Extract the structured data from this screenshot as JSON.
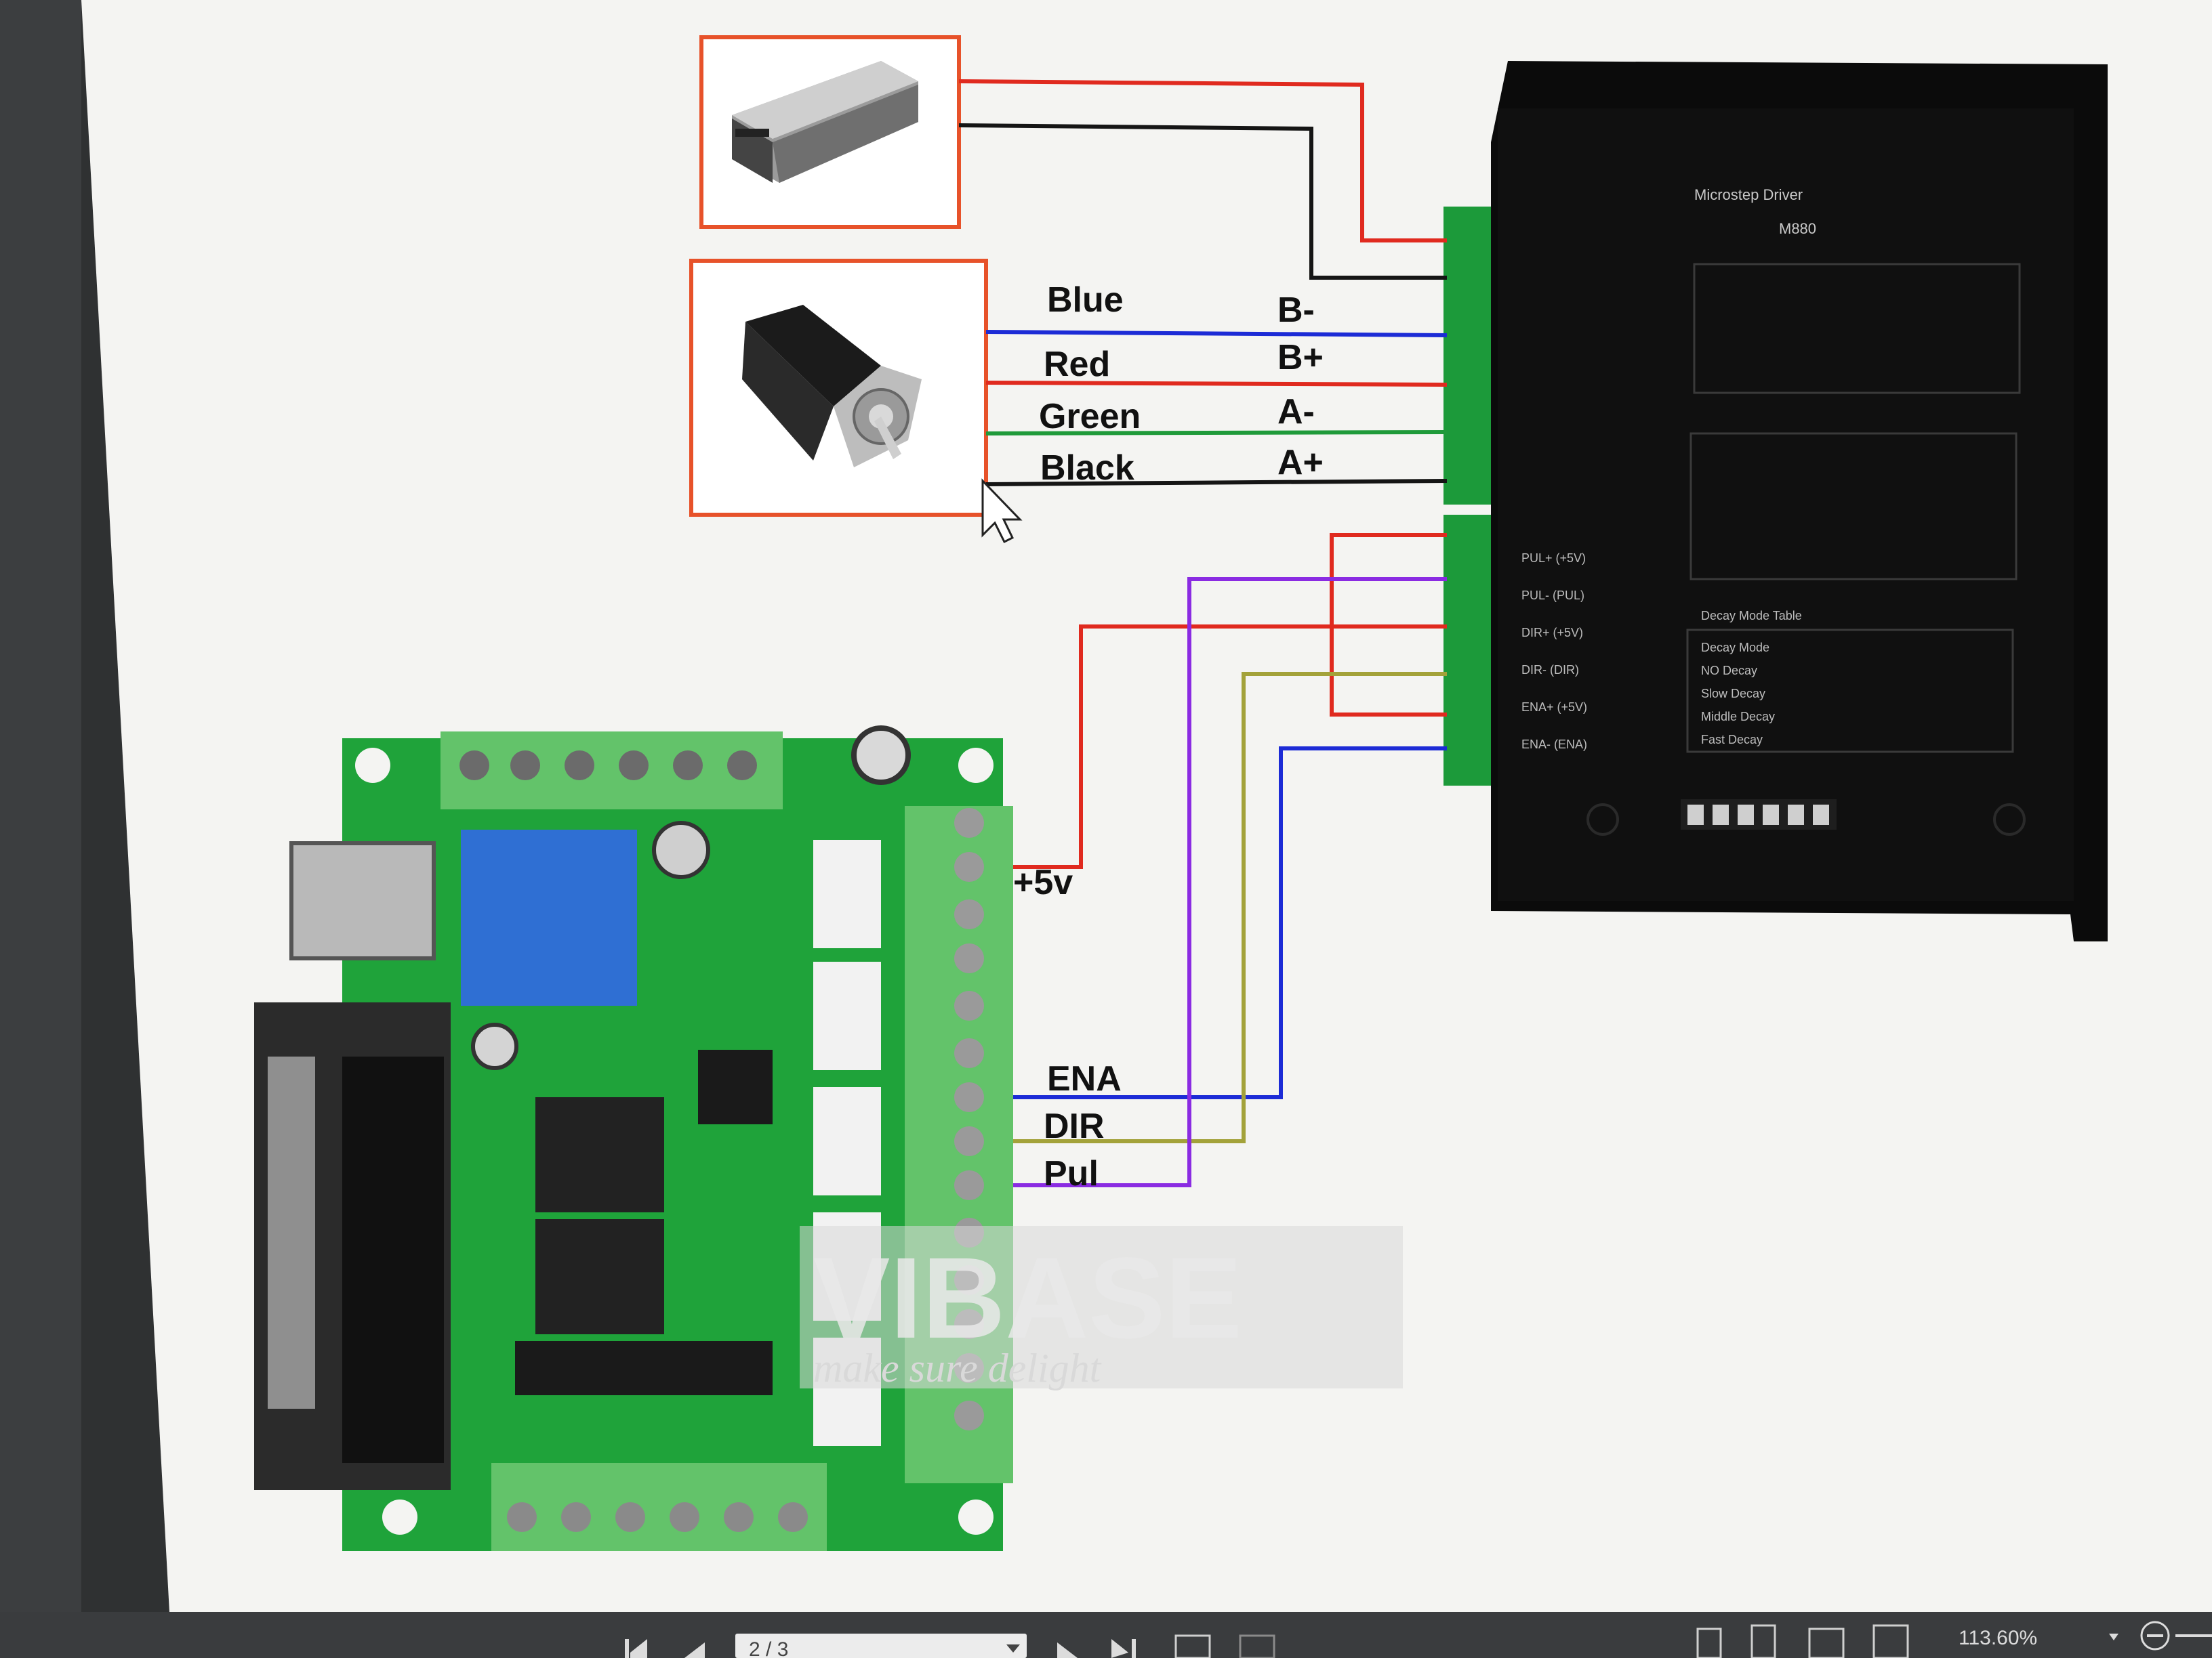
{
  "labels": {
    "blue": "Blue",
    "red": "Red",
    "green": "Green",
    "black": "Black",
    "b_minus": "B-",
    "b_plus": "B+",
    "a_minus": "A-",
    "a_plus": "A+",
    "plus5v": "+5v",
    "ena": "ENA",
    "dir": "DIR",
    "pul": "Pul"
  },
  "driver": {
    "title": "Microstep Driver",
    "model": "M880",
    "terminals": [
      "PUL+ (+5V)",
      "PUL- (PUL)",
      "DIR+ (+5V)",
      "DIR- (DIR)",
      "ENA+ (+5V)",
      "ENA- (ENA)"
    ],
    "decay_table_title": "Decay Mode Table",
    "decay_modes": [
      "Decay Mode",
      "NO Decay",
      "Slow Decay",
      "Middle Decay",
      "Fast Decay"
    ]
  },
  "watermark": {
    "brand": "VIBASE",
    "tagline": "make sure delight"
  },
  "viewer": {
    "page_indicator": "2 / 3",
    "zoom": "113.60%"
  },
  "colors": {
    "wire_red": "#e02a1f",
    "wire_black": "#151515",
    "wire_blue": "#1c2bd6",
    "wire_green": "#1f9a3a",
    "wire_purple": "#8a2be2",
    "wire_olive": "#a3a23a",
    "box_orange": "#e7522a",
    "board_green": "#1fa33a",
    "driver_black": "#0b0b0b"
  },
  "icons": [
    "first-page-icon",
    "prev-page-icon",
    "next-page-icon",
    "last-page-icon",
    "cursor-icon"
  ]
}
